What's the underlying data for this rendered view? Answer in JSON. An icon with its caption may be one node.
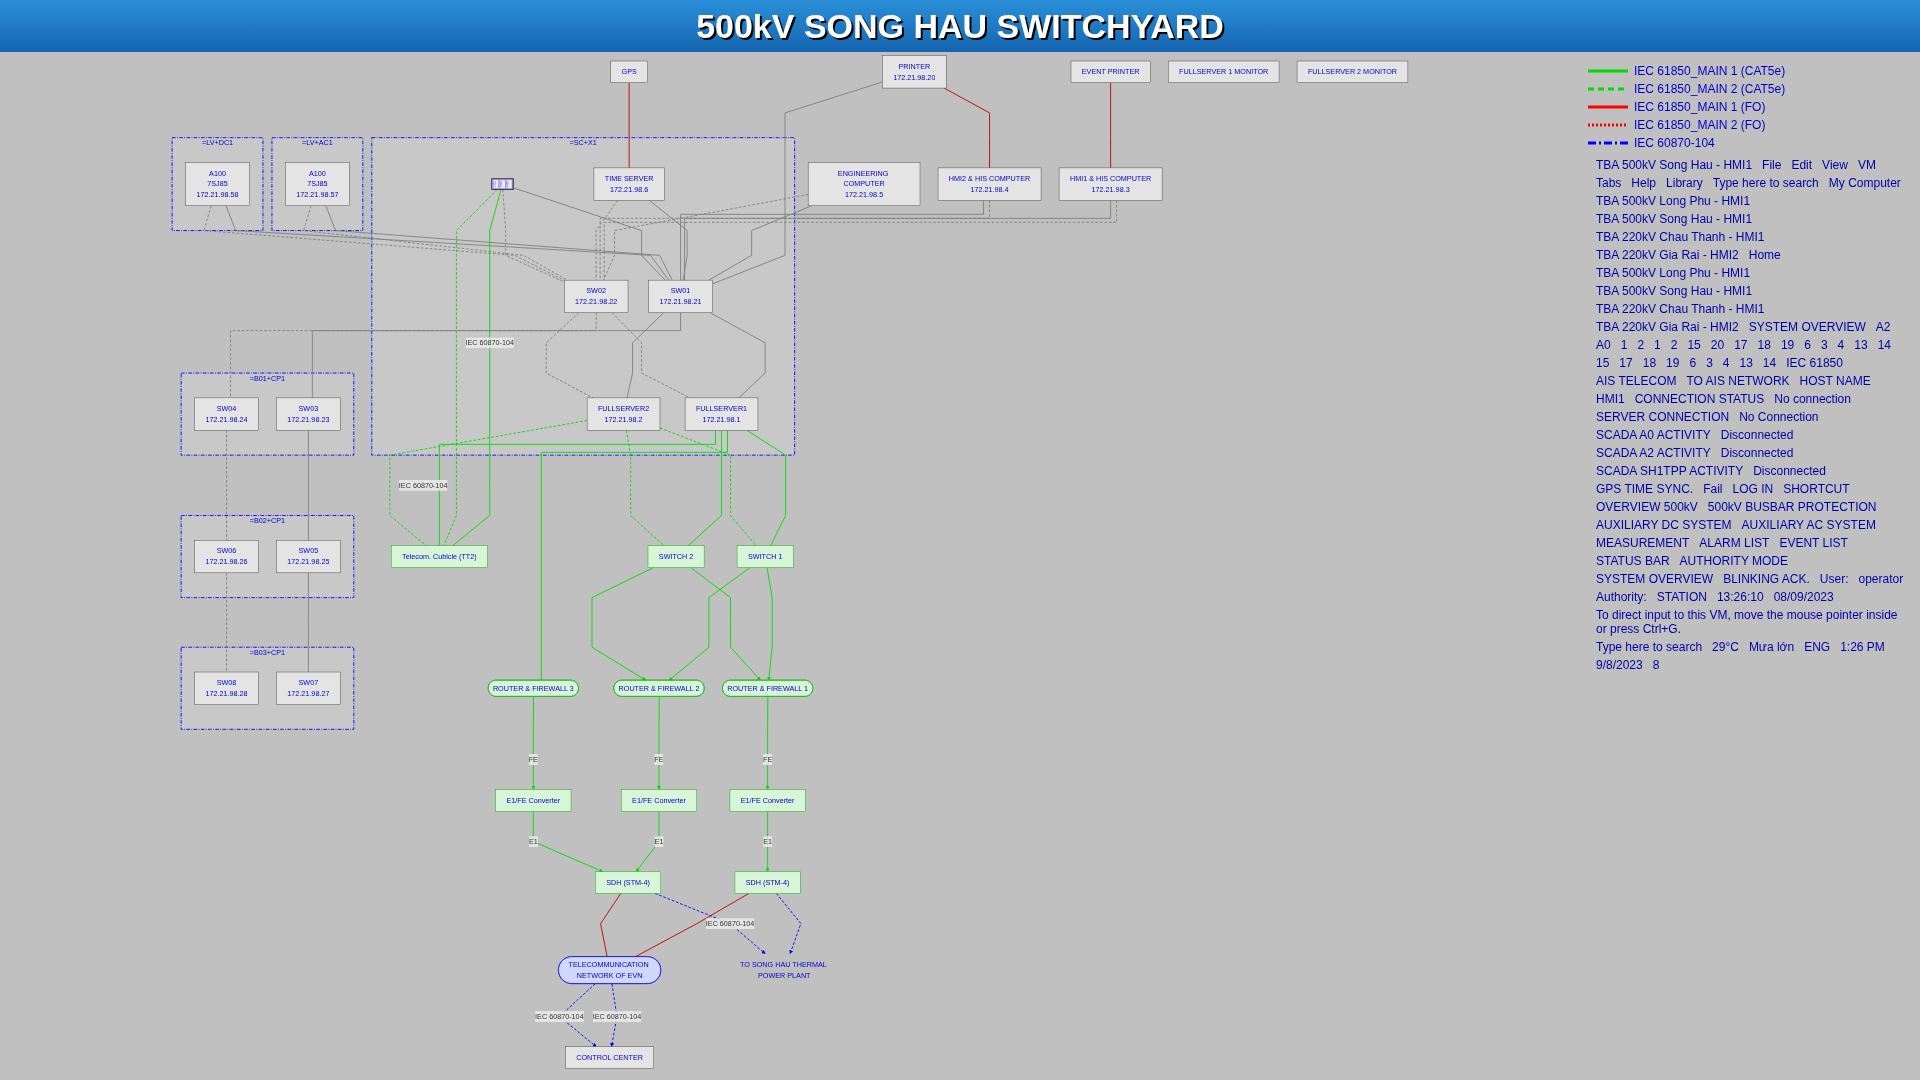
{
  "diagram": {
    "title": "500kV SONG HAU SWITCHYARD",
    "nodes": [
      {
        "text": [
          "GPS"
        ]
      },
      {
        "text": [
          "PRINTER",
          "172.21.98.20"
        ]
      },
      {
        "text": [
          "EVENT PRINTER"
        ]
      },
      {
        "text": [
          "FULLSERVER 1 MONITOR"
        ]
      },
      {
        "text": [
          "FULLSERVER 2 MONITOR"
        ]
      },
      {
        "text": [
          "HMI1 & HIS COMPUTER",
          "172.21.98.3"
        ]
      },
      {
        "text": [
          "HMI2 & HIS COMPUTER",
          "172.21.98.4"
        ]
      },
      {
        "text": [
          "ENGINEERING COMPUTER",
          "172.21.98.5"
        ]
      },
      {
        "text": [
          "CONTROL CENTER"
        ]
      },
      {
        "text": [
          "=LV+AC1"
        ]
      },
      {
        "text": [
          "A100",
          "7SJ85",
          "172.21.98.57"
        ],
        "in": 9
      },
      {
        "text": [
          "=LV+DC1"
        ]
      },
      {
        "text": [
          "A100",
          "7SJ85",
          "172.21.98.58"
        ],
        "in": 11
      },
      {
        "text": [
          "=SC+X1"
        ]
      },
      {
        "text": [
          "TIME SERVER",
          "172.21.98.6"
        ],
        "in": 13
      },
      {
        "text": [
          "SW01",
          "172.21.98.21"
        ],
        "in": 13
      },
      {
        "text": [
          "SW02",
          "172.21.98.22"
        ],
        "in": 13
      },
      {
        "text": [
          "FULLSERVER1",
          "172.21.98.1"
        ],
        "in": 13
      },
      {
        "text": [
          "FULLSERVER2",
          "172.21.98.2"
        ],
        "in": 13
      },
      {
        "text": [],
        "shape": "picture",
        "in": 13
      },
      {
        "text": [
          "=B01+CP1"
        ]
      },
      {
        "text": [
          "SW04",
          "172.21.98.24"
        ],
        "in": 20
      },
      {
        "text": [
          "SW03",
          "172.21.98.23"
        ],
        "in": 20
      },
      {
        "text": [
          "=B02+CP1"
        ]
      },
      {
        "text": [
          "SW06",
          "172.21.98.26"
        ],
        "in": 23
      },
      {
        "text": [
          "SW05",
          "172.21.98.25"
        ],
        "in": 23
      },
      {
        "text": [
          "=B03+CP1"
        ]
      },
      {
        "text": [
          "SW08",
          "172.21.98.28"
        ],
        "in": 26
      },
      {
        "text": [
          "SW07",
          "172.21.98.27"
        ],
        "in": 26
      },
      {
        "text": [
          "TELECOMMUNICATION NETWORK OF EVN"
        ]
      },
      {
        "text": [
          "SDH (STM-4)"
        ]
      },
      {
        "text": [
          "SDH (STM-4)"
        ]
      },
      {
        "text": [
          "E1/FE Converter"
        ]
      },
      {
        "text": [
          "E1/FE Converter"
        ]
      },
      {
        "text": [
          "E1/FE Converter"
        ]
      },
      {
        "text": [
          "ROUTER & FIREWALL 1"
        ]
      },
      {
        "text": [
          "ROUTER & FIREWALL 2"
        ]
      },
      {
        "text": [
          "ROUTER & FIREWALL 3"
        ]
      },
      {
        "text": [
          "SWITCH 1"
        ]
      },
      {
        "text": [
          "SWITCH 2"
        ]
      },
      {
        "text": [
          "Telecom. Cubicle (TT2)"
        ]
      },
      {
        "text": [
          "TO SONG HAU THERMAL POWER PLANT"
        ]
      }
    ],
    "edges": [
      {
        "from": 0,
        "to": 14,
        "arrow": "none",
        "color": "#c00000"
      },
      {
        "from": 1,
        "to": 6,
        "arrow": "none",
        "color": "#c00000"
      },
      {
        "from": 2,
        "to": 5,
        "arrow": "none",
        "color": "#c00000"
      },
      {
        "from": 1,
        "to": 15,
        "arrow": "none"
      },
      {
        "from": 5,
        "to": 15,
        "arrow": "none"
      },
      {
        "from": 5,
        "to": 16,
        "arrow": "none",
        "style": "dashed"
      },
      {
        "from": 6,
        "to": 15,
        "arrow": "none"
      },
      {
        "from": 6,
        "to": 16,
        "arrow": "none",
        "style": "dashed"
      },
      {
        "from": 7,
        "to": 15,
        "arrow": "none"
      },
      {
        "from": 7,
        "to": 16,
        "arrow": "none",
        "style": "dashed"
      },
      {
        "from": 14,
        "to": 15,
        "arrow": "none"
      },
      {
        "from": 14,
        "to": 16,
        "arrow": "none",
        "style": "dashed"
      },
      {
        "from": 10,
        "to": 15,
        "arrow": "none"
      },
      {
        "from": 10,
        "to": 16,
        "arrow": "none",
        "style": "dashed"
      },
      {
        "from": 12,
        "to": 15,
        "arrow": "none"
      },
      {
        "from": 12,
        "to": 16,
        "arrow": "none",
        "style": "dashed"
      },
      {
        "from": 19,
        "to": 15,
        "arrow": "none"
      },
      {
        "from": 19,
        "to": 16,
        "arrow": "none",
        "style": "dashed"
      },
      {
        "from": 15,
        "to": 17,
        "arrow": "none"
      },
      {
        "from": 15,
        "to": 18,
        "arrow": "none"
      },
      {
        "from": 16,
        "to": 17,
        "arrow": "none",
        "style": "dashed"
      },
      {
        "from": 16,
        "to": 18,
        "arrow": "none",
        "style": "dashed"
      },
      {
        "from": 15,
        "to": 22,
        "arrow": "none"
      },
      {
        "from": 22,
        "to": 25,
        "arrow": "none"
      },
      {
        "from": 25,
        "to": 28,
        "arrow": "none"
      },
      {
        "from": 16,
        "to": 21,
        "arrow": "none",
        "style": "dashed"
      },
      {
        "from": 21,
        "to": 24,
        "arrow": "none",
        "style": "dashed"
      },
      {
        "from": 24,
        "to": 27,
        "arrow": "none",
        "style": "dashed"
      },
      {
        "from": 19,
        "to": 40,
        "label": "IEC 60870-104",
        "arrow": "none",
        "color": "#00dd00"
      },
      {
        "from": 19,
        "to": 40,
        "arrow": "none",
        "style": "dashed",
        "color": "#00dd00"
      },
      {
        "from": 17,
        "to": 38,
        "arrow": "none",
        "color": "#00dd00"
      },
      {
        "from": 17,
        "to": 39,
        "arrow": "none",
        "color": "#00dd00"
      },
      {
        "from": 17,
        "to": 37,
        "arrow": "none",
        "color": "#00dd00"
      },
      {
        "from": 17,
        "to": 40,
        "label": "IEC 60870-104",
        "arrow": "none",
        "color": "#00dd00"
      },
      {
        "from": 18,
        "to": 38,
        "arrow": "none",
        "style": "dashed",
        "color": "#00dd00"
      },
      {
        "from": 18,
        "to": 39,
        "arrow": "none",
        "style": "dashed",
        "color": "#00dd00"
      },
      {
        "from": 18,
        "to": 40,
        "arrow": "none",
        "style": "dashed",
        "color": "#00dd00"
      },
      {
        "from": 38,
        "to": 35,
        "arrow": "to",
        "color": "#00dd00"
      },
      {
        "from": 38,
        "to": 36,
        "arrow": "to",
        "color": "#00dd00"
      },
      {
        "from": 39,
        "to": 35,
        "arrow": "to",
        "color": "#00dd00"
      },
      {
        "from": 39,
        "to": 36,
        "arrow": "to",
        "color": "#00dd00"
      },
      {
        "from": 35,
        "to": 32,
        "label": "FE",
        "arrow": "to",
        "color": "#00dd00"
      },
      {
        "from": 36,
        "to": 33,
        "label": "FE",
        "arrow": "to",
        "color": "#00dd00"
      },
      {
        "from": 37,
        "to": 34,
        "label": "FE",
        "arrow": "to",
        "color": "#00dd00"
      },
      {
        "from": 32,
        "to": 30,
        "label": "E1",
        "arrow": "to",
        "color": "#00dd00"
      },
      {
        "from": 33,
        "to": 31,
        "label": "E1",
        "arrow": "to",
        "color": "#00dd00"
      },
      {
        "from": 34,
        "to": 31,
        "label": "E1",
        "arrow": "to",
        "color": "#00dd00"
      },
      {
        "from": 30,
        "to": 29,
        "arrow": "none",
        "color": "#c00000"
      },
      {
        "from": 31,
        "to": 29,
        "arrow": "none",
        "color": "#c00000"
      },
      {
        "from": 29,
        "to": 8,
        "label": "IEC 60870-104",
        "arrow": "to",
        "style": "dashed",
        "color": "#0000ff"
      },
      {
        "from": 29,
        "to": 8,
        "label": "IEC 60870-104",
        "arrow": "to",
        "style": "dashed",
        "color": "#0000ff"
      },
      {
        "from": 30,
        "to": 41,
        "arrow": "to",
        "style": "dashed",
        "color": "#0000ff"
      },
      {
        "from": 31,
        "to": 41,
        "label": "IEC 60870-104",
        "arrow": "to",
        "style": "dashed",
        "color": "#0000ff"
      }
    ],
    "labels": [
      "TBA 500kV Song Hau - HMI1",
      "File",
      "Edit",
      "View",
      "VM",
      "Tabs",
      "Help",
      "Library",
      "Type here to search",
      "My Computer",
      "TBA 500kV Long Phu - HMI1",
      "TBA 500kV Song Hau - HMI1",
      "TBA 220kV Chau Thanh - HMI1",
      "TBA 220kV Gia Rai - HMI2",
      "Home",
      "TBA 500kV Long Phu - HMI1",
      "TBA 500kV Song Hau - HMI1",
      "TBA 220kV Chau Thanh - HMI1",
      "TBA 220kV Gia Rai - HMI2",
      "SYSTEM OVERVIEW",
      "A2",
      "A0",
      "1",
      "2",
      "1",
      "2",
      "15",
      "20",
      "17",
      "18",
      "19",
      "6",
      "3",
      "4",
      "13",
      "14",
      "15",
      "17",
      "18",
      "19",
      "6",
      "3",
      "4",
      "13",
      "14",
      "IEC 61850",
      "AIS TELECOM",
      "TO AIS NETWORK",
      "HOST NAME",
      "HMI1",
      "CONNECTION STATUS",
      "No connection",
      "SERVER CONNECTION",
      "No Connection",
      "SCADA A0 ACTIVITY",
      "Disconnected",
      "SCADA A2 ACTIVITY",
      "Disconnected",
      "SCADA SH1TPP ACTIVITY",
      "Disconnected",
      "GPS TIME SYNC.",
      "Fail",
      "LOG IN",
      "SHORTCUT",
      "OVERVIEW 500kV",
      "500kV BUSBAR PROTECTION",
      "AUXILIARY DC SYSTEM",
      "AUXILIARY AC SYSTEM",
      "MEASUREMENT",
      "ALARM LIST",
      "EVENT LIST",
      "STATUS BAR",
      "AUTHORITY MODE",
      "SYSTEM OVERVIEW",
      "BLINKING ACK.",
      "User:",
      "operator",
      "Authority:",
      "STATION",
      "13:26:10",
      "08/09/2023",
      "To direct input to this VM, move the mouse pointer inside or press Ctrl+G.",
      "Type here to search",
      "29°C",
      "Mưa lớn",
      "ENG",
      "1:26 PM",
      "9/8/2023",
      "8"
    ],
    "legend": [
      {
        "text": "IEC 61850_MAIN 1 (CAT5e)"
      },
      {
        "text": "IEC 61850_MAIN 2 (CAT5e)"
      },
      {
        "text": "IEC 61850_MAIN 1 (FO)"
      },
      {
        "text": "IEC 61850_MAIN 2 (FO)"
      },
      {
        "text": "IEC 60870-104"
      }
    ]
  }
}
